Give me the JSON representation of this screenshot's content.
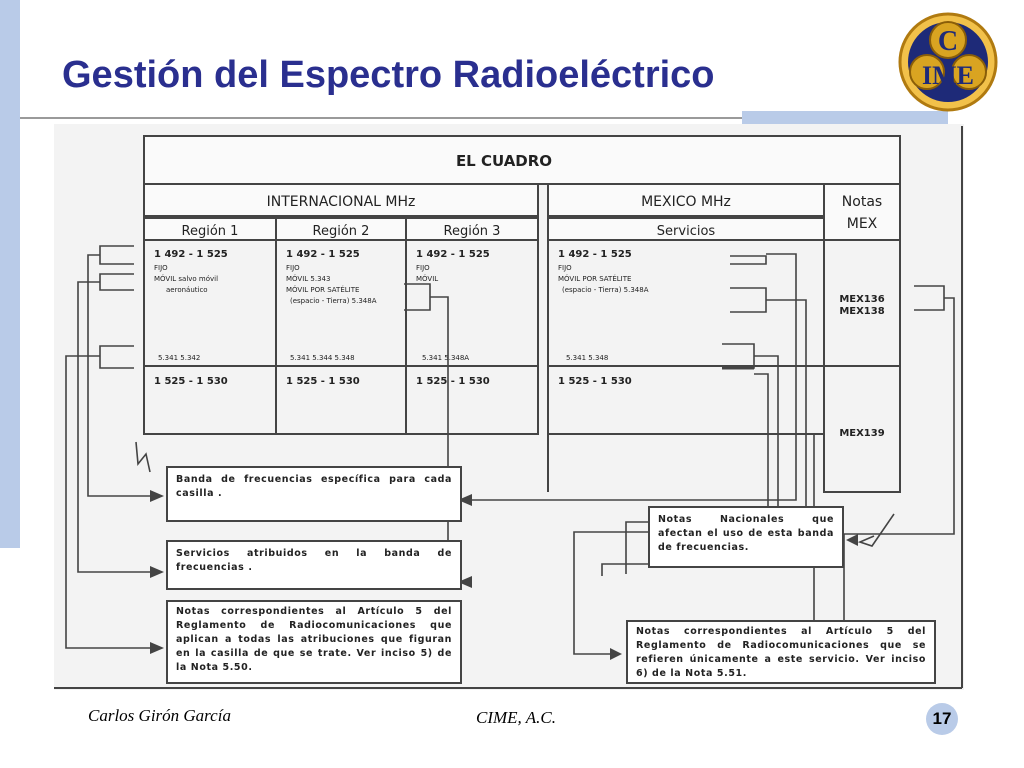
{
  "slide": {
    "title": "Gestión del Espectro Radioeléctrico",
    "logo_text_top": "C",
    "logo_text_bottom": "IME",
    "footer_author": "Carlos Girón García",
    "footer_org": "CIME, A.C.",
    "page_number": "17",
    "accent_color": "#b9cbe8",
    "title_color": "#2a2f8f"
  },
  "table": {
    "title": "EL CUADRO",
    "intl_header": "INTERNACIONAL MHz",
    "mexico_header": "MEXICO MHz",
    "notas_header_line1": "Notas",
    "notas_header_line2": "MEX",
    "region1": "Región 1",
    "region2": "Región 2",
    "region3": "Región 3",
    "servicios": "Servicios",
    "r1": {
      "band": "1 492 - 1 525",
      "l1": "FIJO",
      "l2": "MÓVIL salvo móvil",
      "l3": "aeronáutico",
      "notes": "5.341    5.342",
      "band2": "1 525 - 1 530"
    },
    "r2": {
      "band": "1 492 - 1 525",
      "l1": "FIJO",
      "l2": "MÓVIL   5.343",
      "l3": "MÓVIL POR SATÉLITE",
      "l4": "(espacio - Tierra)   5.348A",
      "notes": "5.341   5.344   5.348",
      "band2": "1 525 - 1 530"
    },
    "r3": {
      "band": "1 492 - 1 525",
      "l1": "FIJO",
      "l2": "MÓVIL",
      "notes": "5.341   5.348A",
      "band2": "1 525 - 1 530"
    },
    "mx": {
      "band": "1 492 - 1 525",
      "l1": "FIJO",
      "l2": "MÓVIL POR SATÉLITE",
      "l3": "(espacio - Tierra)   5.348A",
      "notes": "5.341    5.348",
      "band2": "1 525 - 1 530"
    },
    "mex_notes_1a": "MEX136",
    "mex_notes_1b": "MEX138",
    "mex_notes_2": "MEX139"
  },
  "callouts": {
    "banda": "Banda de frecuencias específica para cada casilla .",
    "servicios": "Servicios atribuidos en la banda de frecuencias .",
    "notas_art5": "Notas correspondientes al Artículo 5 del Reglamento de Radiocomunicaciones que aplican a todas las atribuciones que figuran en la casilla de que se trate. Ver inciso 5) de la Nota 5.50.",
    "notas_nacionales": "Notas Nacionales que afectan el uso de esta banda de frecuencias.",
    "notas_servicio": "Notas correspondientes al Artículo 5 del Reglamento de Radiocomunicaciones que se refieren únicamente a este servicio. Ver inciso 6) de la Nota 5.51."
  }
}
